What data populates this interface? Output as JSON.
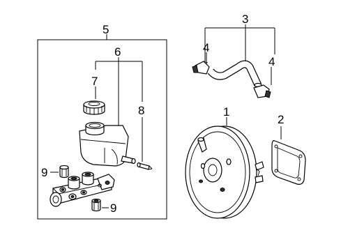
{
  "callouts": [
    {
      "id": "c1",
      "text": "1"
    },
    {
      "id": "c2",
      "text": "2"
    },
    {
      "id": "c3",
      "text": "3"
    },
    {
      "id": "c4a",
      "text": "4"
    },
    {
      "id": "c4b",
      "text": "4"
    },
    {
      "id": "c5",
      "text": "5"
    },
    {
      "id": "c6",
      "text": "6"
    },
    {
      "id": "c7",
      "text": "7"
    },
    {
      "id": "c8",
      "text": "8"
    },
    {
      "id": "c9a",
      "text": "9"
    },
    {
      "id": "c9b",
      "text": "9"
    }
  ]
}
